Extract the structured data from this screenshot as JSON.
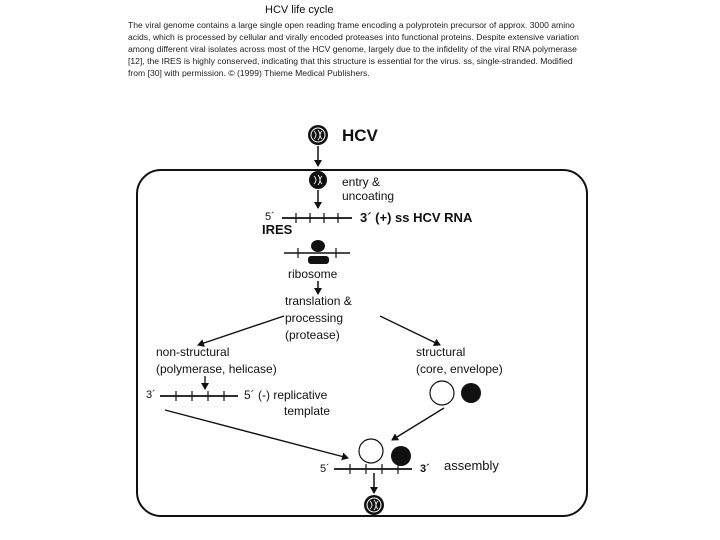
{
  "header": {
    "title": "HCV life cycle",
    "caption": "The viral genome contains a large single open reading frame encoding a polyprotein precursor of approx. 3000 amino acids, which is processed by cellular and virally encoded proteases into functional proteins. Despite extensive variation among different viral isolates across most of the HCV genome, largely due to the infidelity of the viral RNA polymerase [12], the IRES is highly conserved, indicating that this structure is essential for the virus. ss, single-stranded. Modified from [30] with permission. © (1999) Thieme Medical Publishers."
  },
  "diagram": {
    "virus_label": "HCV",
    "entry_line1": "entry &",
    "entry_line2": "uncoating",
    "five_prime": "5´",
    "rna_label": "3´ (+) ss HCV RNA",
    "ires": "IRES",
    "ribosome": "ribosome",
    "translation_line1": "translation &",
    "translation_line2": "processing",
    "translation_line3": "(protease)",
    "nonstructural_line1": "non-structural",
    "nonstructural_line2": "(polymerase, helicase)",
    "structural_line1": "structural",
    "structural_line2": "(core, envelope)",
    "three_prime": "3´",
    "replicative_line1": "5´ (-) replicative",
    "replicative_line2": "template",
    "assembly_five": "5´",
    "assembly_three": "3´",
    "assembly": "assembly"
  }
}
